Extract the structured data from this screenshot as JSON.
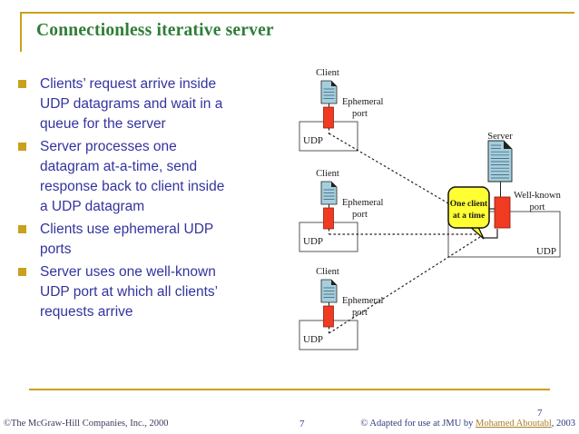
{
  "title": "Connectionless iterative server",
  "bullets": [
    "Clients’ request arrive inside\nUDP datagrams and wait in a\nqueue for the server",
    "Server processes one\ndatagram at-a-time, send\nresponse back to client inside\na UDP datagram",
    "Clients use ephemeral UDP\nports",
    "Server uses one well-known\nUDP port at which all clients’\nrequests arrive"
  ],
  "diagram": {
    "client_label": "Client",
    "server_label": "Server",
    "udp_label": "UDP",
    "ephemeral_port_label_line1": "Ephemeral",
    "ephemeral_port_label_line2": "port",
    "well_known_port_label_line1": "Well-known",
    "well_known_port_label_line2": "port",
    "callout_line1": "One client",
    "callout_line2": "at a time"
  },
  "footer": {
    "copyright_left": "©The McGraw-Hill Companies, Inc., 2000",
    "page_number_center": "7",
    "page_number_right": "7",
    "adapted_prefix": "© Adapted for use at JMU by ",
    "adapted_link": "Mohamed Aboutabl",
    "adapted_suffix": ", 2003"
  },
  "colors": {
    "title_green": "#2e7d36",
    "accent_gold": "#c9a11c",
    "bullet_text_blue": "#3333a0",
    "port_red": "#ee3b22",
    "document_blue": "#a5cfdd",
    "callout_yellow": "#ffff33",
    "footer_navy": "#2d3a7d",
    "link_gold": "#a98128"
  }
}
